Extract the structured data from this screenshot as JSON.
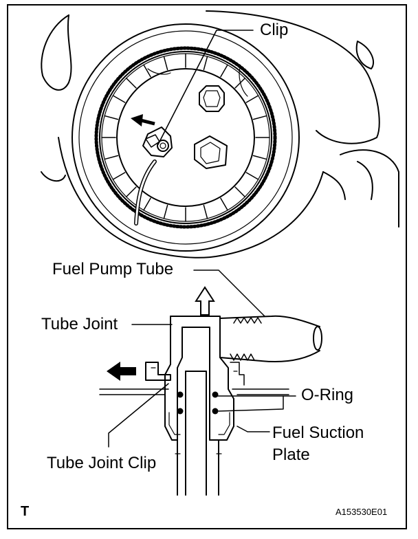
{
  "labels": {
    "clip": "Clip",
    "fuel_pump_tube": "Fuel Pump Tube",
    "tube_joint": "Tube Joint",
    "o_ring": "O-Ring",
    "fuel_suction_plate_line1": "Fuel Suction",
    "fuel_suction_plate_line2": "Plate",
    "tube_joint_clip": "Tube Joint Clip"
  },
  "corner_mark": "T",
  "figure_id": "A153530E01",
  "icons": [
    "pull-direction-arrow-icon",
    "upward-arrow-icon",
    "leftward-arrow-icon"
  ],
  "colors": {
    "line": "#000000",
    "background": "#ffffff"
  }
}
